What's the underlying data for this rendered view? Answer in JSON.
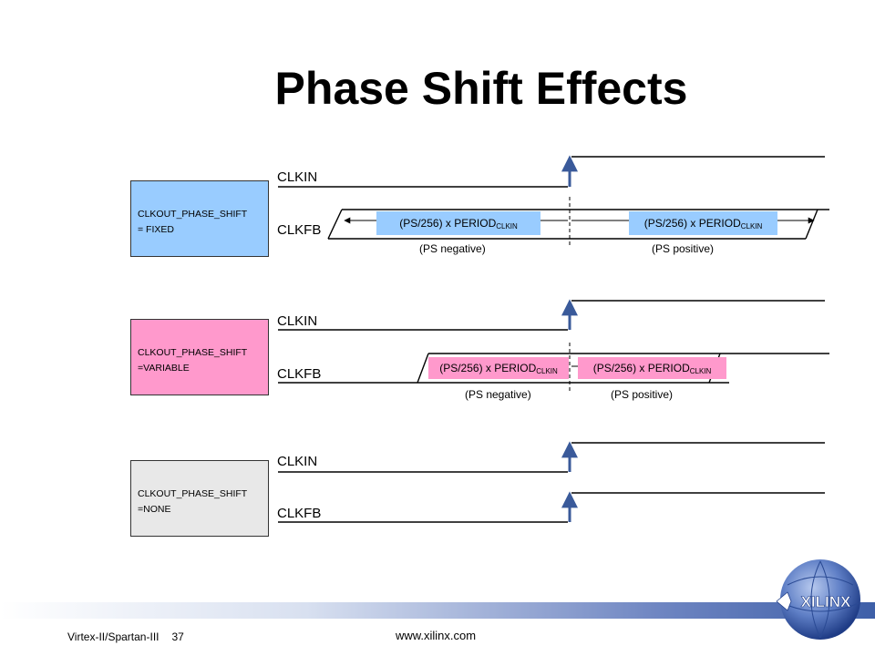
{
  "title": "Phase Shift Effects",
  "colors": {
    "fixed_box": "#99ccff",
    "variable_box": "#ff99cc",
    "none_box": "#e8e8e8",
    "ps_fixed": "#99ccff",
    "ps_variable": "#ff99cc",
    "footer_blue": "#3e5fa8"
  },
  "modes": [
    {
      "label_line1": "CLKOUT_PHASE_SHIFT",
      "label_line2": "= FIXED",
      "clkin": "CLKIN",
      "clkfb": "CLKFB",
      "ps_left": "(PS/256) x PERIOD",
      "ps_right": "(PS/256) x PERIOD",
      "ps_sub": "CLKIN",
      "ps_negative": "(PS negative)",
      "ps_positive": "(PS positive)"
    },
    {
      "label_line1": "CLKOUT_PHASE_SHIFT",
      "label_line2": "=VARIABLE",
      "clkin": "CLKIN",
      "clkfb": "CLKFB",
      "ps_left": "(PS/256) x PERIOD",
      "ps_right": "(PS/256) x PERIOD",
      "ps_sub": "CLKIN",
      "ps_negative": "(PS negative)",
      "ps_positive": "(PS positive)"
    },
    {
      "label_line1": "CLKOUT_PHASE_SHIFT",
      "label_line2": "=NONE",
      "clkin": "CLKIN",
      "clkfb": "CLKFB"
    }
  ],
  "footer": {
    "url": "www.xilinx.com",
    "course": "Virtex-II/Spartan-III",
    "page": "37",
    "logo_text": "XILINX",
    "logo_icon": "xilinx-globe-icon"
  }
}
